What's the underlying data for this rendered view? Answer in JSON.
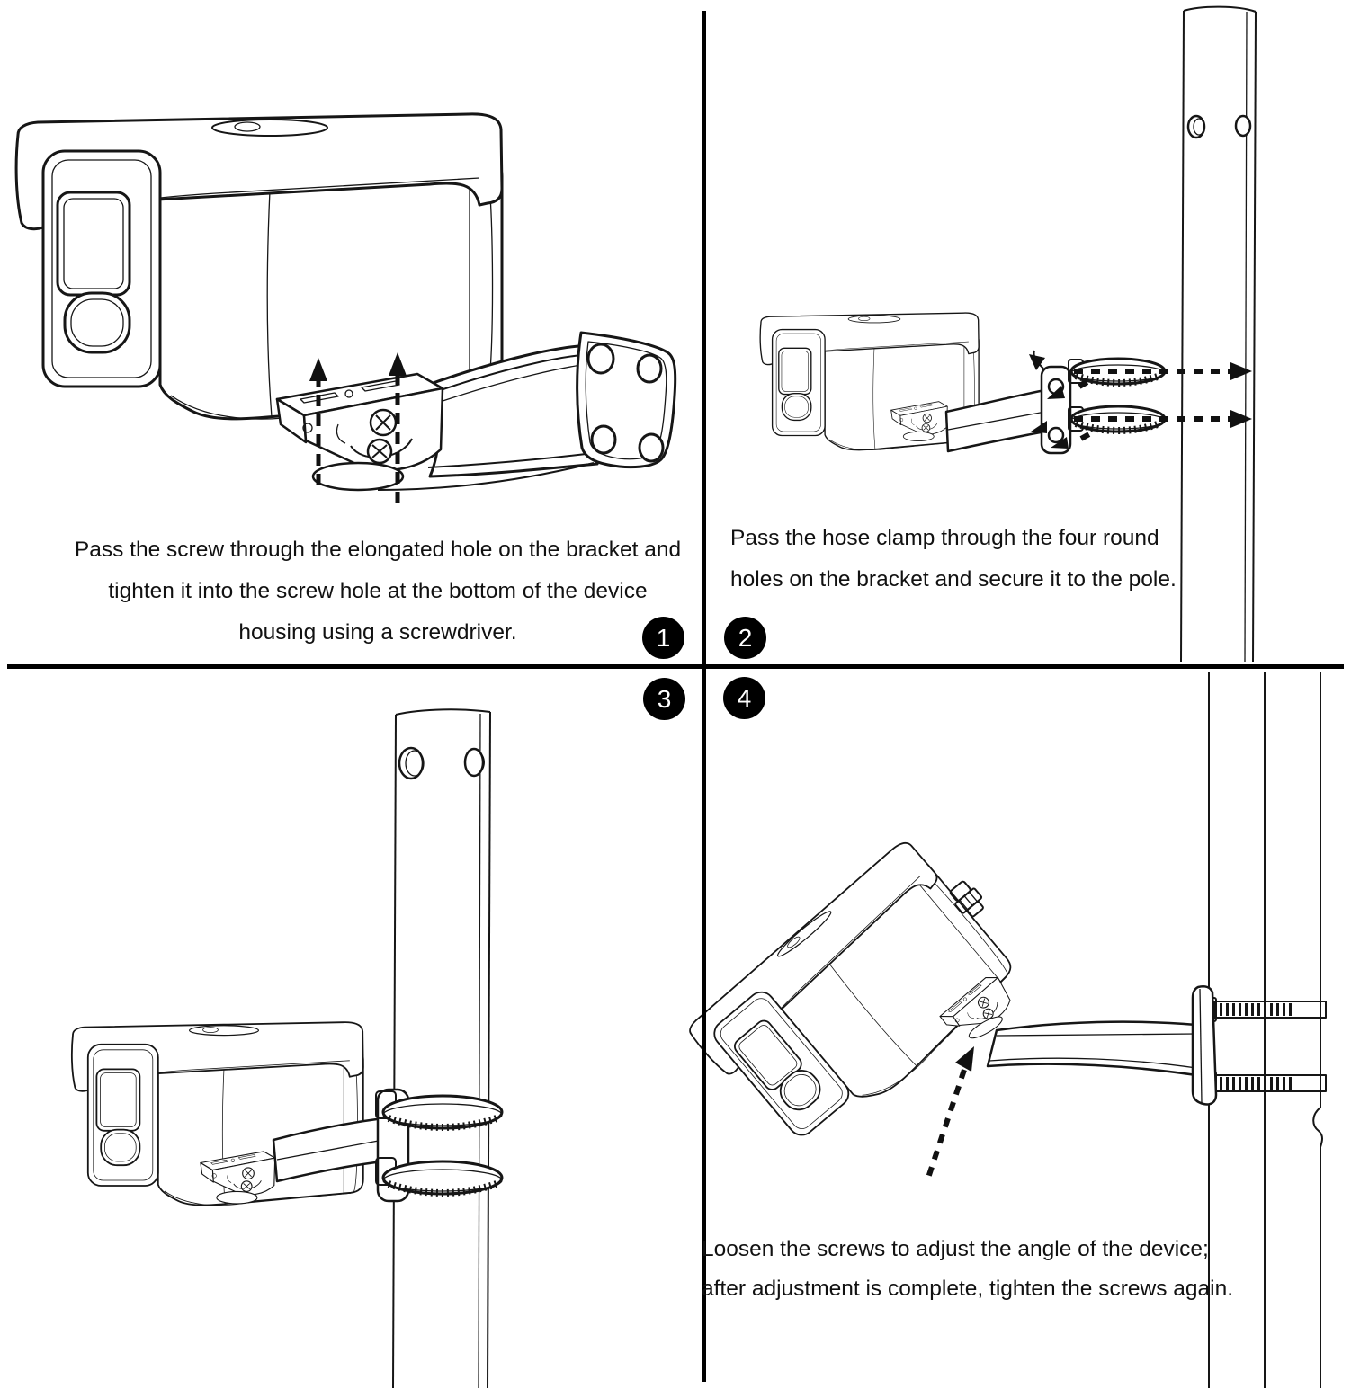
{
  "page": {
    "colors": {
      "canvas": "#ffffff",
      "line": "#161616",
      "badge_background": "#000000",
      "badge_number": "#ffffff"
    }
  },
  "steps": [
    {
      "number": "1",
      "caption_lines": [
        "Pass the screw through the elongated hole on the bracket and",
        "tighten it into the screw hole at the bottom of the device",
        "housing using a screwdriver."
      ],
      "illustration_icons": [
        "bullet-camera-icon",
        "mounting-bracket-icon",
        "wall-plate-icon",
        "dashed-up-arrow-icon"
      ]
    },
    {
      "number": "2",
      "caption_lines": [
        "Pass the hose clamp through the four round",
        "holes on the bracket and secure it to the pole."
      ],
      "illustration_icons": [
        "bullet-camera-icon",
        "bracket-arm-icon",
        "hose-clamp-icon",
        "pole-icon",
        "dashed-right-arrow-icon"
      ]
    },
    {
      "number": "3",
      "caption_lines": [],
      "illustration_icons": [
        "bullet-camera-icon",
        "bracket-arm-icon",
        "hose-clamp-icon",
        "pole-icon"
      ]
    },
    {
      "number": "4",
      "caption_lines": [
        "Loosen the screws to adjust the angle of the device;",
        "after adjustment is complete, tighten the screws again."
      ],
      "illustration_icons": [
        "tilted-bullet-camera-icon",
        "bracket-arm-icon",
        "mounting-plate-icon",
        "threaded-screw-icon",
        "pole-icon",
        "dashed-line-icon"
      ]
    }
  ]
}
